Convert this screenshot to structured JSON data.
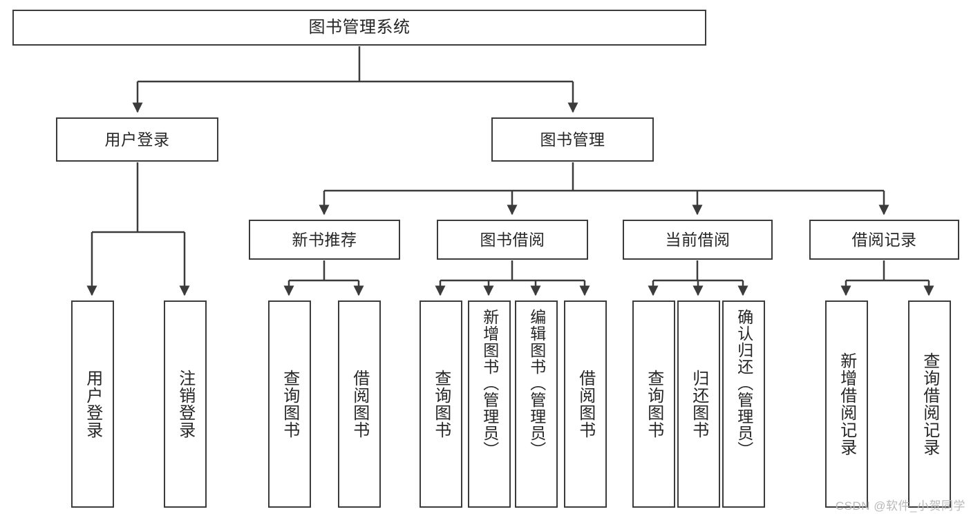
{
  "diagram": {
    "title": "图书管理系统",
    "type": "tree-hierarchy-chart",
    "background_color": "#ffffff",
    "node_border_color": "#3b3b3b",
    "connector_color": "#3b3b3b",
    "text_color": "#262626"
  },
  "root": {
    "label": "图书管理系统"
  },
  "level2": {
    "user_login": {
      "label": "用户登录"
    },
    "book_manage": {
      "label": "图书管理"
    }
  },
  "level3": {
    "new_book_recommend": {
      "label": "新书推荐"
    },
    "book_borrow": {
      "label": "图书借阅"
    },
    "current_borrow": {
      "label": "当前借阅"
    },
    "borrow_record": {
      "label": "借阅记录"
    }
  },
  "leaves": {
    "user_login": [
      {
        "label": "用户登录"
      },
      {
        "label": "注销登录"
      }
    ],
    "new_book_recommend": [
      {
        "label": "查询图书"
      },
      {
        "label": "借阅图书"
      }
    ],
    "book_borrow": [
      {
        "label": "查询图书"
      },
      {
        "label": "新增图书（管理员）"
      },
      {
        "label": "编辑图书（管理员）"
      },
      {
        "label": "借阅图书"
      }
    ],
    "current_borrow": [
      {
        "label": "查询图书"
      },
      {
        "label": "归还图书"
      },
      {
        "label": "确认归还（管理员）"
      }
    ],
    "borrow_record": [
      {
        "label": "新增借阅记录"
      },
      {
        "label": "查询借阅记录"
      }
    ]
  },
  "watermark": {
    "text": "CSDN @软件_小贺同学"
  }
}
